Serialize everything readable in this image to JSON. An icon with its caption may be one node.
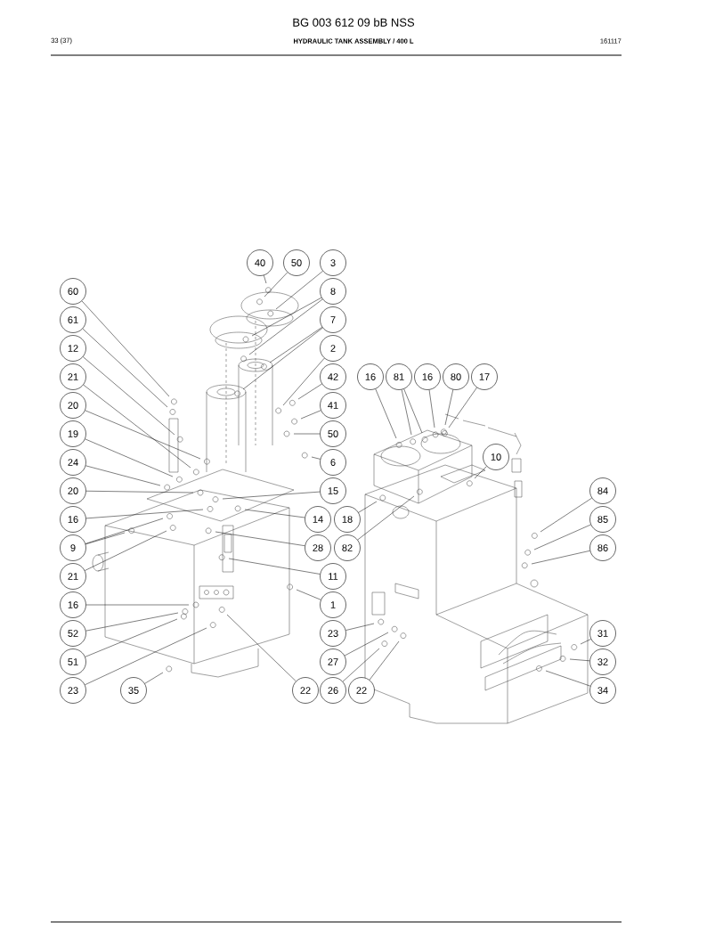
{
  "diagram": {
    "title": "BG 003 612 09 bB NSS",
    "nodes": [
      {
        "text": [
          "60"
        ]
      },
      {
        "text": [
          "61"
        ]
      },
      {
        "text": [
          "12"
        ]
      },
      {
        "text": [
          "21"
        ]
      },
      {
        "text": [
          "20"
        ]
      },
      {
        "text": [
          "19"
        ]
      },
      {
        "text": [
          "24"
        ]
      },
      {
        "text": [
          "20"
        ]
      },
      {
        "text": [
          "16"
        ]
      },
      {
        "text": [
          "9"
        ]
      },
      {
        "text": [
          "21"
        ]
      },
      {
        "text": [
          "16"
        ]
      },
      {
        "text": [
          "52"
        ]
      },
      {
        "text": [
          "51"
        ]
      },
      {
        "text": [
          "23"
        ]
      },
      {
        "text": [
          "35"
        ]
      },
      {
        "text": [
          "40"
        ]
      },
      {
        "text": [
          "50"
        ]
      },
      {
        "text": [
          "3"
        ]
      },
      {
        "text": [
          "8"
        ]
      },
      {
        "text": [
          "7"
        ]
      },
      {
        "text": [
          "2"
        ]
      },
      {
        "text": [
          "42"
        ]
      },
      {
        "text": [
          "41"
        ]
      },
      {
        "text": [
          "50"
        ]
      },
      {
        "text": [
          "6"
        ]
      },
      {
        "text": [
          "15"
        ]
      },
      {
        "text": [
          "14"
        ]
      },
      {
        "text": [
          "18"
        ]
      },
      {
        "text": [
          "28"
        ]
      },
      {
        "text": [
          "82"
        ]
      },
      {
        "text": [
          "11"
        ]
      },
      {
        "text": [
          "1"
        ]
      },
      {
        "text": [
          "23"
        ]
      },
      {
        "text": [
          "27"
        ]
      },
      {
        "text": [
          "22"
        ]
      },
      {
        "text": [
          "26"
        ]
      },
      {
        "text": [
          "22"
        ]
      },
      {
        "text": [
          "16"
        ]
      },
      {
        "text": [
          "81"
        ]
      },
      {
        "text": [
          "16"
        ]
      },
      {
        "text": [
          "80"
        ]
      },
      {
        "text": [
          "17"
        ]
      },
      {
        "text": [
          "10"
        ]
      },
      {
        "text": [
          "84"
        ]
      },
      {
        "text": [
          "85"
        ]
      },
      {
        "text": [
          "86"
        ]
      },
      {
        "text": [
          "31"
        ]
      },
      {
        "text": [
          "32"
        ]
      },
      {
        "text": [
          "34"
        ]
      }
    ],
    "edges": [
      {
        "from": 0,
        "to": null,
        "arrow": "none"
      },
      {
        "from": 1,
        "to": null,
        "arrow": "none"
      },
      {
        "from": 2,
        "to": null,
        "arrow": "none"
      },
      {
        "from": 3,
        "to": null,
        "arrow": "none"
      },
      {
        "from": 4,
        "to": null,
        "arrow": "none"
      },
      {
        "from": 5,
        "to": null,
        "arrow": "none"
      },
      {
        "from": 6,
        "to": null,
        "arrow": "none"
      },
      {
        "from": 7,
        "to": null,
        "arrow": "none"
      },
      {
        "from": 8,
        "to": null,
        "arrow": "none"
      },
      {
        "from": 9,
        "to": null,
        "arrow": "none"
      },
      {
        "from": 9,
        "to": null,
        "arrow": "none"
      },
      {
        "from": 10,
        "to": null,
        "arrow": "none"
      },
      {
        "from": 11,
        "to": null,
        "arrow": "none"
      },
      {
        "from": 12,
        "to": null,
        "arrow": "none"
      },
      {
        "from": 13,
        "to": null,
        "arrow": "none"
      },
      {
        "from": 14,
        "to": null,
        "arrow": "none"
      },
      {
        "from": 15,
        "to": null,
        "arrow": "none"
      },
      {
        "from": 16,
        "to": null,
        "arrow": "none"
      },
      {
        "from": 17,
        "to": null,
        "arrow": "none"
      },
      {
        "from": 18,
        "to": null,
        "arrow": "none"
      },
      {
        "from": 19,
        "to": null,
        "arrow": "none"
      },
      {
        "from": 19,
        "to": null,
        "arrow": "none"
      },
      {
        "from": 20,
        "to": null,
        "arrow": "none"
      },
      {
        "from": 20,
        "to": null,
        "arrow": "none"
      },
      {
        "from": 21,
        "to": null,
        "arrow": "none"
      },
      {
        "from": 22,
        "to": null,
        "arrow": "none"
      },
      {
        "from": 23,
        "to": null,
        "arrow": "none"
      },
      {
        "from": 24,
        "to": null,
        "arrow": "none"
      },
      {
        "from": 25,
        "to": null,
        "arrow": "none"
      },
      {
        "from": 26,
        "to": null,
        "arrow": "none"
      },
      {
        "from": 27,
        "to": null,
        "arrow": "none"
      },
      {
        "from": 28,
        "to": null,
        "arrow": "none"
      },
      {
        "from": 29,
        "to": null,
        "arrow": "none"
      },
      {
        "from": 30,
        "to": null,
        "arrow": "none"
      },
      {
        "from": 31,
        "to": null,
        "arrow": "none"
      },
      {
        "from": 32,
        "to": null,
        "arrow": "none"
      },
      {
        "from": 33,
        "to": null,
        "arrow": "none"
      },
      {
        "from": 34,
        "to": null,
        "arrow": "none"
      },
      {
        "from": 35,
        "to": null,
        "arrow": "none"
      },
      {
        "from": 36,
        "to": null,
        "arrow": "none"
      },
      {
        "from": 37,
        "to": null,
        "arrow": "none"
      },
      {
        "from": 38,
        "to": null,
        "arrow": "none"
      },
      {
        "from": 39,
        "to": null,
        "arrow": "none"
      },
      {
        "from": 39,
        "to": null,
        "arrow": "none"
      },
      {
        "from": 40,
        "to": null,
        "arrow": "none"
      },
      {
        "from": 41,
        "to": null,
        "arrow": "none"
      },
      {
        "from": 42,
        "to": null,
        "arrow": "none"
      },
      {
        "from": 43,
        "to": null,
        "arrow": "none"
      },
      {
        "from": 44,
        "to": null,
        "arrow": "none"
      },
      {
        "from": 45,
        "to": null,
        "arrow": "none"
      },
      {
        "from": 46,
        "to": null,
        "arrow": "none"
      },
      {
        "from": 47,
        "to": null,
        "arrow": "none"
      },
      {
        "from": 48,
        "to": null,
        "arrow": "none"
      },
      {
        "from": 49,
        "to": null,
        "arrow": "none"
      }
    ],
    "labels": [
      "33 (37)",
      "HYDRAULIC TANK ASSEMBLY / 400 L",
      "161117"
    ]
  }
}
